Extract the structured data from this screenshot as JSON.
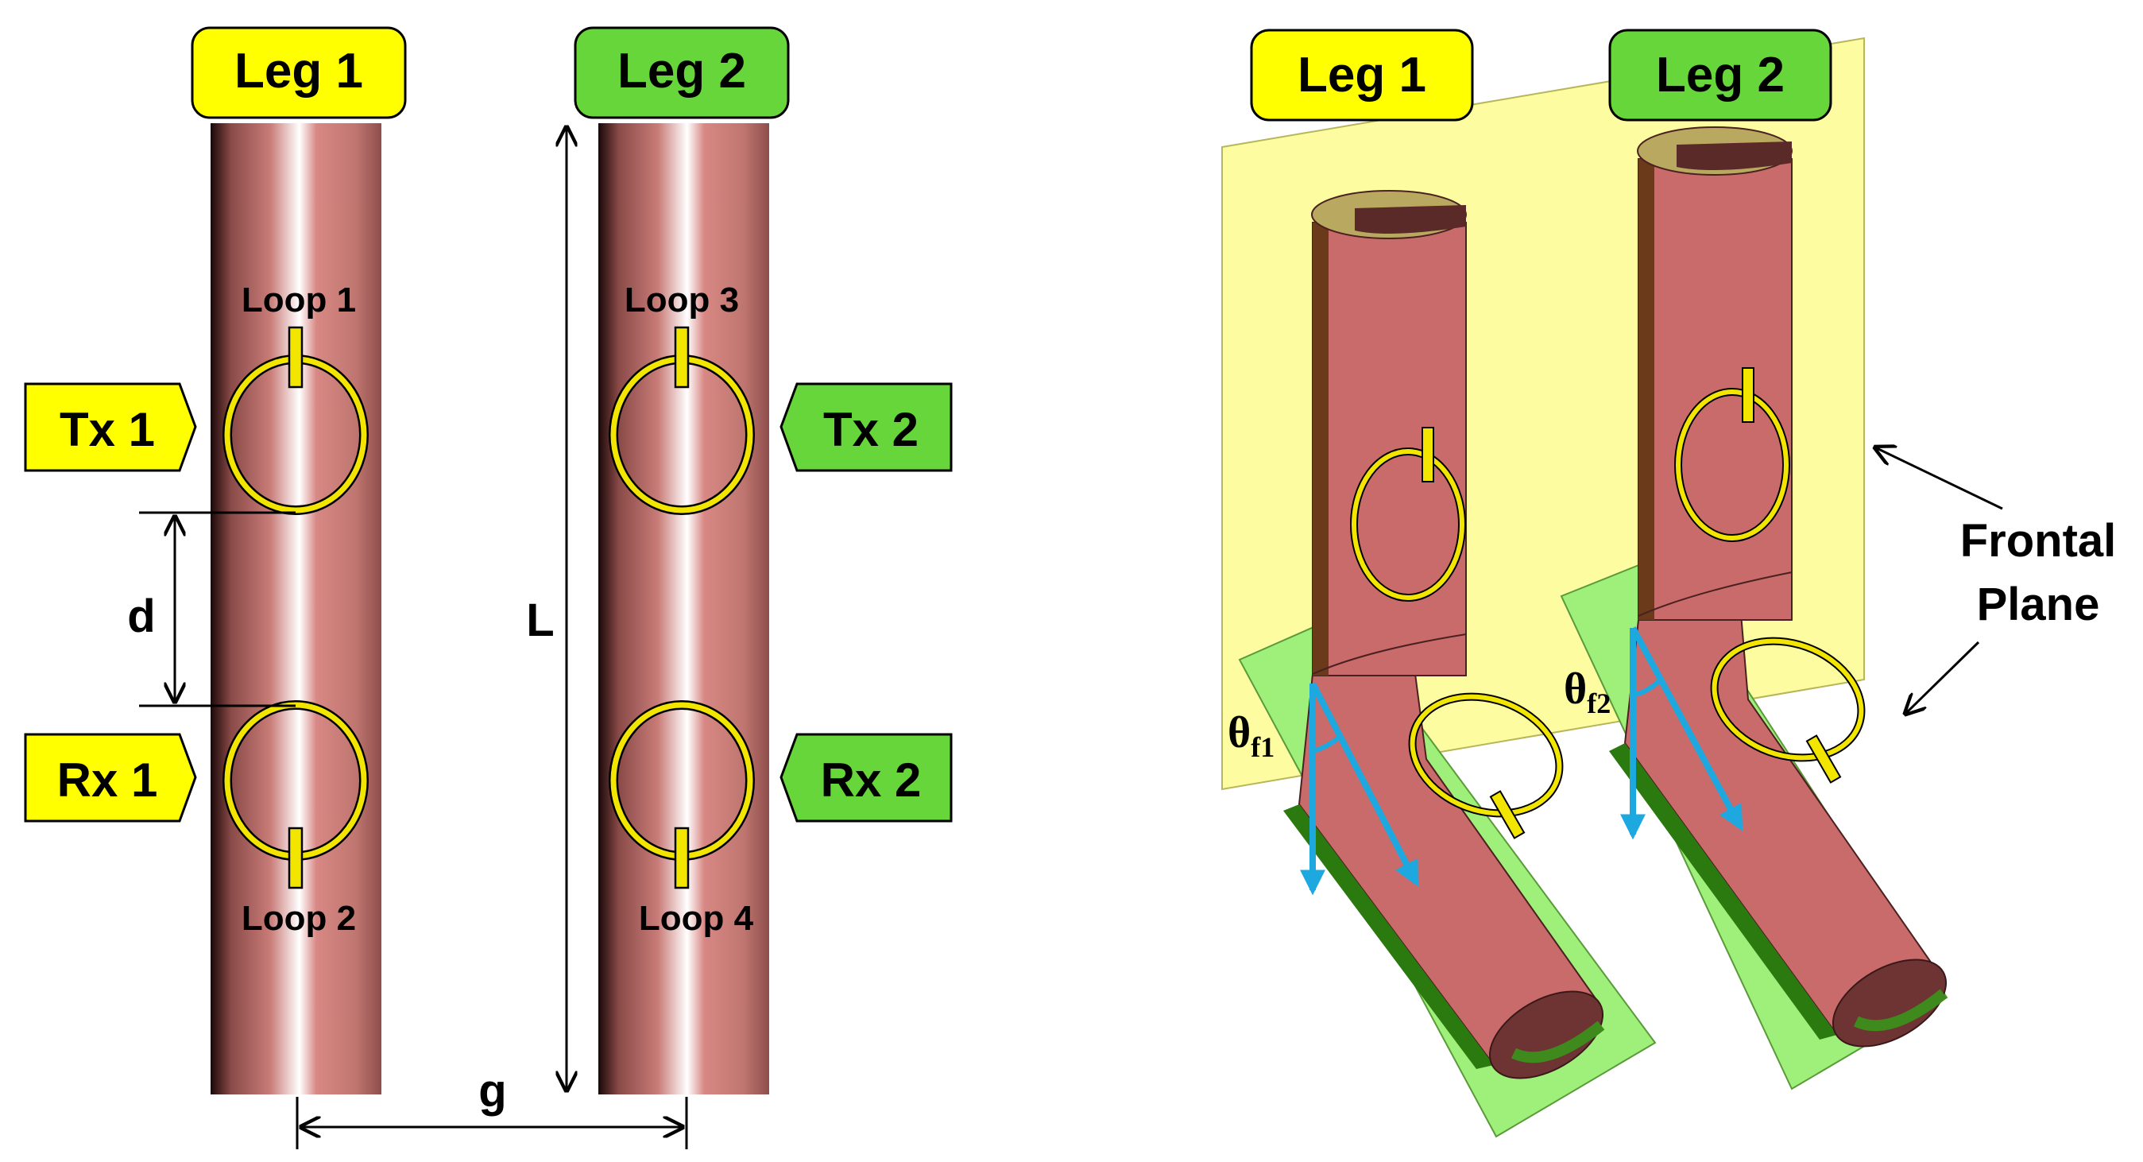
{
  "left_panel": {
    "leg1_tag": "Leg 1",
    "leg2_tag": "Leg 2",
    "loop1": "Loop 1",
    "loop2": "Loop 2",
    "loop3": "Loop 3",
    "loop4": "Loop 4",
    "tx1": "Tx 1",
    "tx2": "Tx 2",
    "rx1": "Rx 1",
    "rx2": "Rx 2",
    "dim_d": "d",
    "dim_L": "L",
    "dim_g": "g"
  },
  "right_panel": {
    "leg1_tag": "Leg 1",
    "leg2_tag": "Leg 2",
    "theta1_base": "θ",
    "theta1_sub": "f1",
    "theta2_base": "θ",
    "theta2_sub": "f2",
    "plane_label_line1": "Frontal",
    "plane_label_line2": "Plane"
  },
  "colors": {
    "leg1_yellow": "#ffff00",
    "leg2_green": "#66d63a",
    "loop_yellow": "#f2e600",
    "cylinder_pink": "#c96b6b",
    "angle_arrow": "#1ea8e0",
    "frontal_plane": "#fdfca0",
    "ground_green": "#9ff07a"
  }
}
